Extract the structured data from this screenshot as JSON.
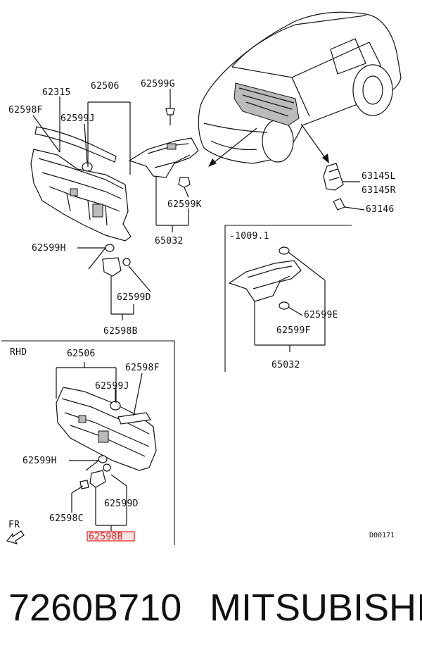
{
  "labels": {
    "p62315": "62315",
    "p62506_top": "62506",
    "p62599G": "62599G",
    "p62598F_top": "62598F",
    "p62599J_top": "62599J",
    "p62599K": "62599K",
    "p65032_top": "65032",
    "p62599H_top": "62599H",
    "p62599D_top": "62599D",
    "p62598B_top": "62598B",
    "p63145L": "63145L",
    "p63145R": "63145R",
    "p63146": "63146",
    "p1009": "-1009.1",
    "p62599E": "62599E",
    "p62599F": "62599F",
    "p65032_right": "65032",
    "rhd": "RHD",
    "p62506_rhd": "62506",
    "p62598F_rhd": "62598F",
    "p62599J_rhd": "62599J",
    "p62599H_rhd": "62599H",
    "p62599D_rhd": "62599D",
    "p62598C": "62598C",
    "p62598B_rhd": "62598B",
    "fr": "FR",
    "diagram_code": "D00171"
  },
  "footer": {
    "part_number": "7260B710",
    "brand": "MITSUBISHI"
  },
  "colors": {
    "highlight": "#e02020"
  }
}
